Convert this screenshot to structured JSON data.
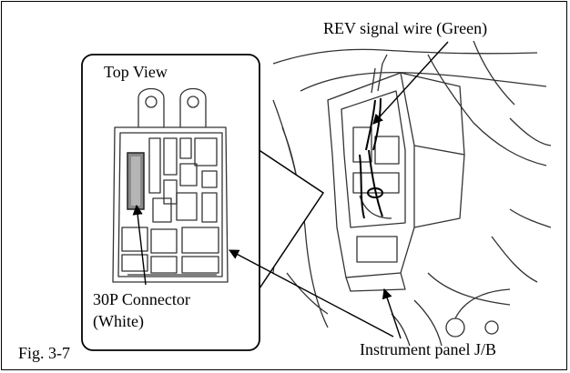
{
  "figure": {
    "label": "Fig. 3-7",
    "inset_title": "Top View",
    "callouts": {
      "rev_signal_wire": "REV signal wire (Green)",
      "connector_line1": "30P Connector",
      "connector_line2": "(White)",
      "junction_block": "Instrument panel J/B"
    }
  }
}
